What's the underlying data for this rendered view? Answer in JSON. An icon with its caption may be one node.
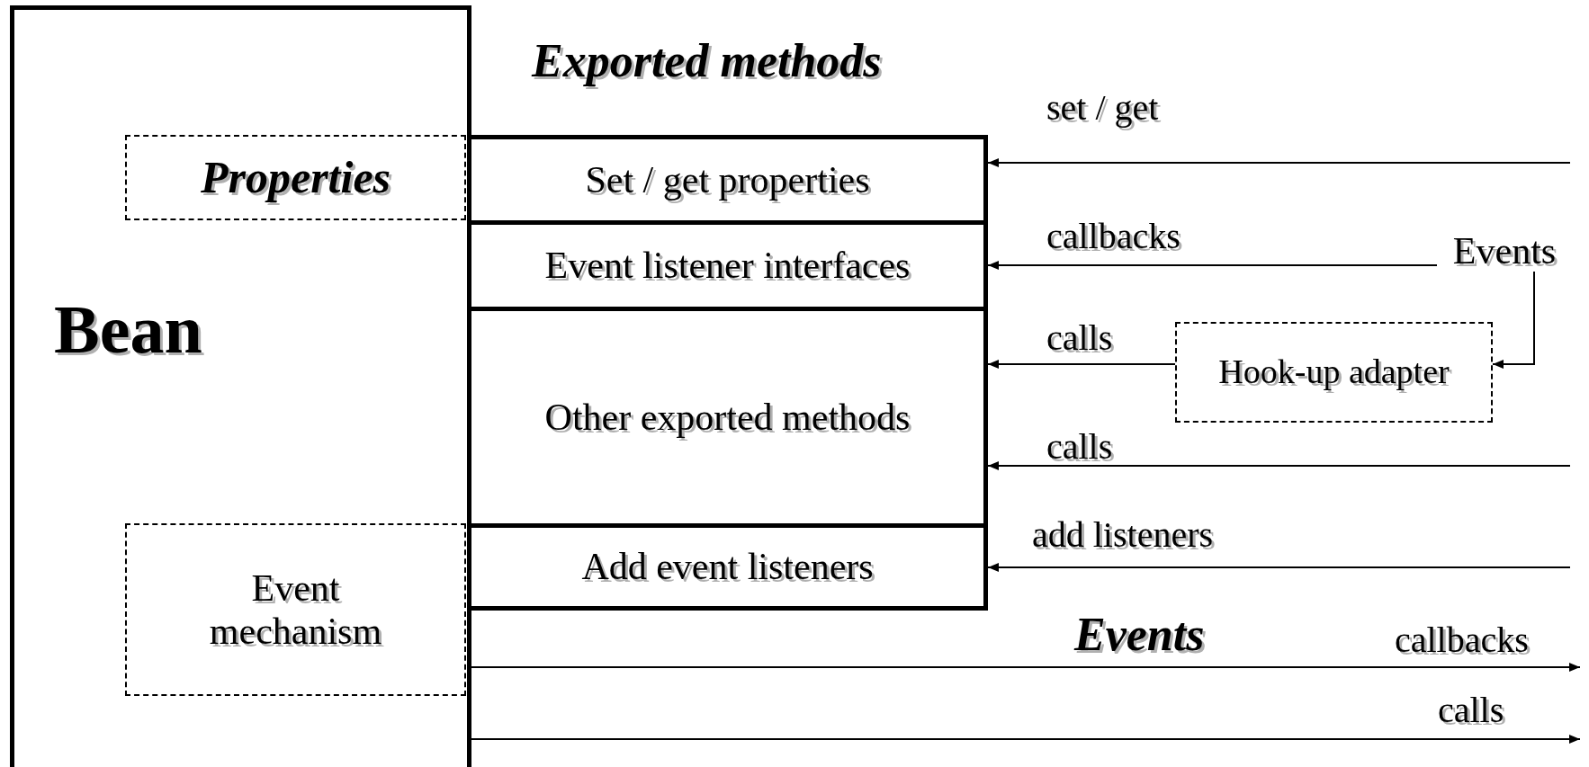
{
  "diagram": {
    "nodes": [
      {
        "text": [
          "Bean"
        ]
      },
      {
        "text": [
          "Properties"
        ],
        "in": 0
      },
      {
        "text": [
          "Event mechanism"
        ],
        "in": 0
      },
      {
        "text": [
          "Set / get properties"
        ]
      },
      {
        "text": [
          "Event listener interfaces"
        ]
      },
      {
        "text": [
          "Other exported methods"
        ]
      },
      {
        "text": [
          "Add event listeners"
        ]
      },
      {
        "text": [
          "Events"
        ]
      },
      {
        "text": [
          "Hook-up adapter"
        ]
      }
    ],
    "edges": [
      {
        "from": null,
        "to": 3,
        "arrow": "to",
        "label": "set / get"
      },
      {
        "from": 7,
        "to": 4,
        "arrow": "to",
        "label": "callbacks"
      },
      {
        "from": 7,
        "to": 8,
        "arrow": "to"
      },
      {
        "from": 8,
        "to": 5,
        "arrow": "to",
        "label": "calls"
      },
      {
        "from": null,
        "to": 5,
        "arrow": "to",
        "label": "calls"
      },
      {
        "from": null,
        "to": 6,
        "arrow": "to",
        "label": "add listeners"
      },
      {
        "from": 0,
        "to": null,
        "arrow": "to",
        "label": "callbacks"
      },
      {
        "from": 0,
        "to": null,
        "arrow": "to",
        "label": "calls"
      }
    ],
    "labels": [
      "Exported methods",
      "Events"
    ]
  }
}
